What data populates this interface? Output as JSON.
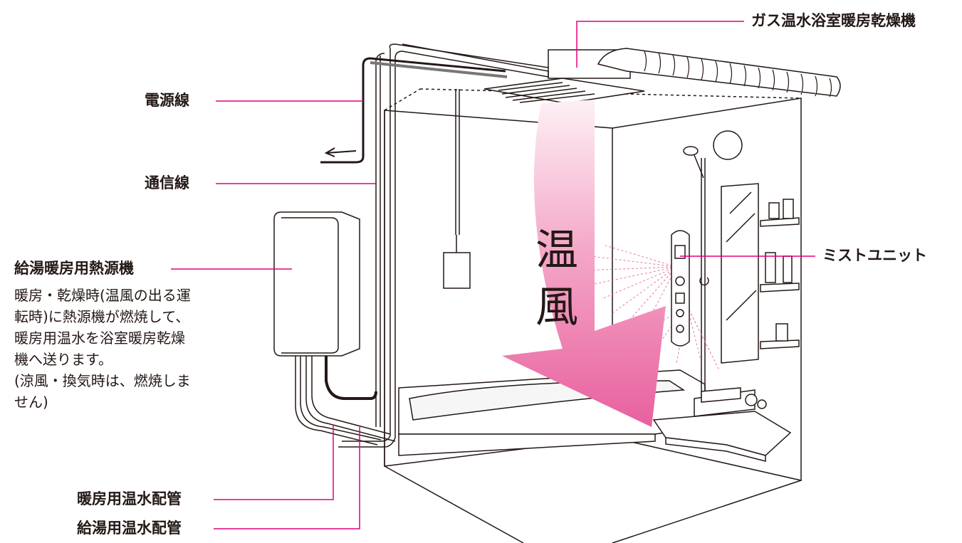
{
  "labels": {
    "power_line": "電源線",
    "comm_line": "通信線",
    "heat_source": "給湯暖房用熱源機",
    "gas_dryer": "ガス温水浴室暖房乾燥機",
    "mist_unit": "ミストユニット",
    "heating_pipe": "暖房用温水配管",
    "hotwater_pipe": "給湯用温水配管"
  },
  "description": [
    "暖房・乾燥時(温風の出る運",
    "転時)に熱源機が燃焼して、",
    "暖房用温水を浴室暖房乾燥",
    "機へ送ります。",
    "(涼風・換気時は、燃焼しま",
    "せん)"
  ],
  "airflow": {
    "char1": "温",
    "char2": "風"
  },
  "colors": {
    "leader": "#e4007f",
    "arrow_top": "#fbe3ee",
    "arrow_bottom": "#e8609e",
    "line": "#231815"
  }
}
